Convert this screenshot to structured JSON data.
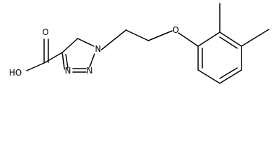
{
  "molecule": {
    "atoms": {
      "hydroxyl": "HO",
      "carbonyl_oxygen": "O",
      "triazole_n1": "N",
      "triazole_n2": "N",
      "triazole_n3": "N",
      "ether_oxygen": "O"
    }
  }
}
